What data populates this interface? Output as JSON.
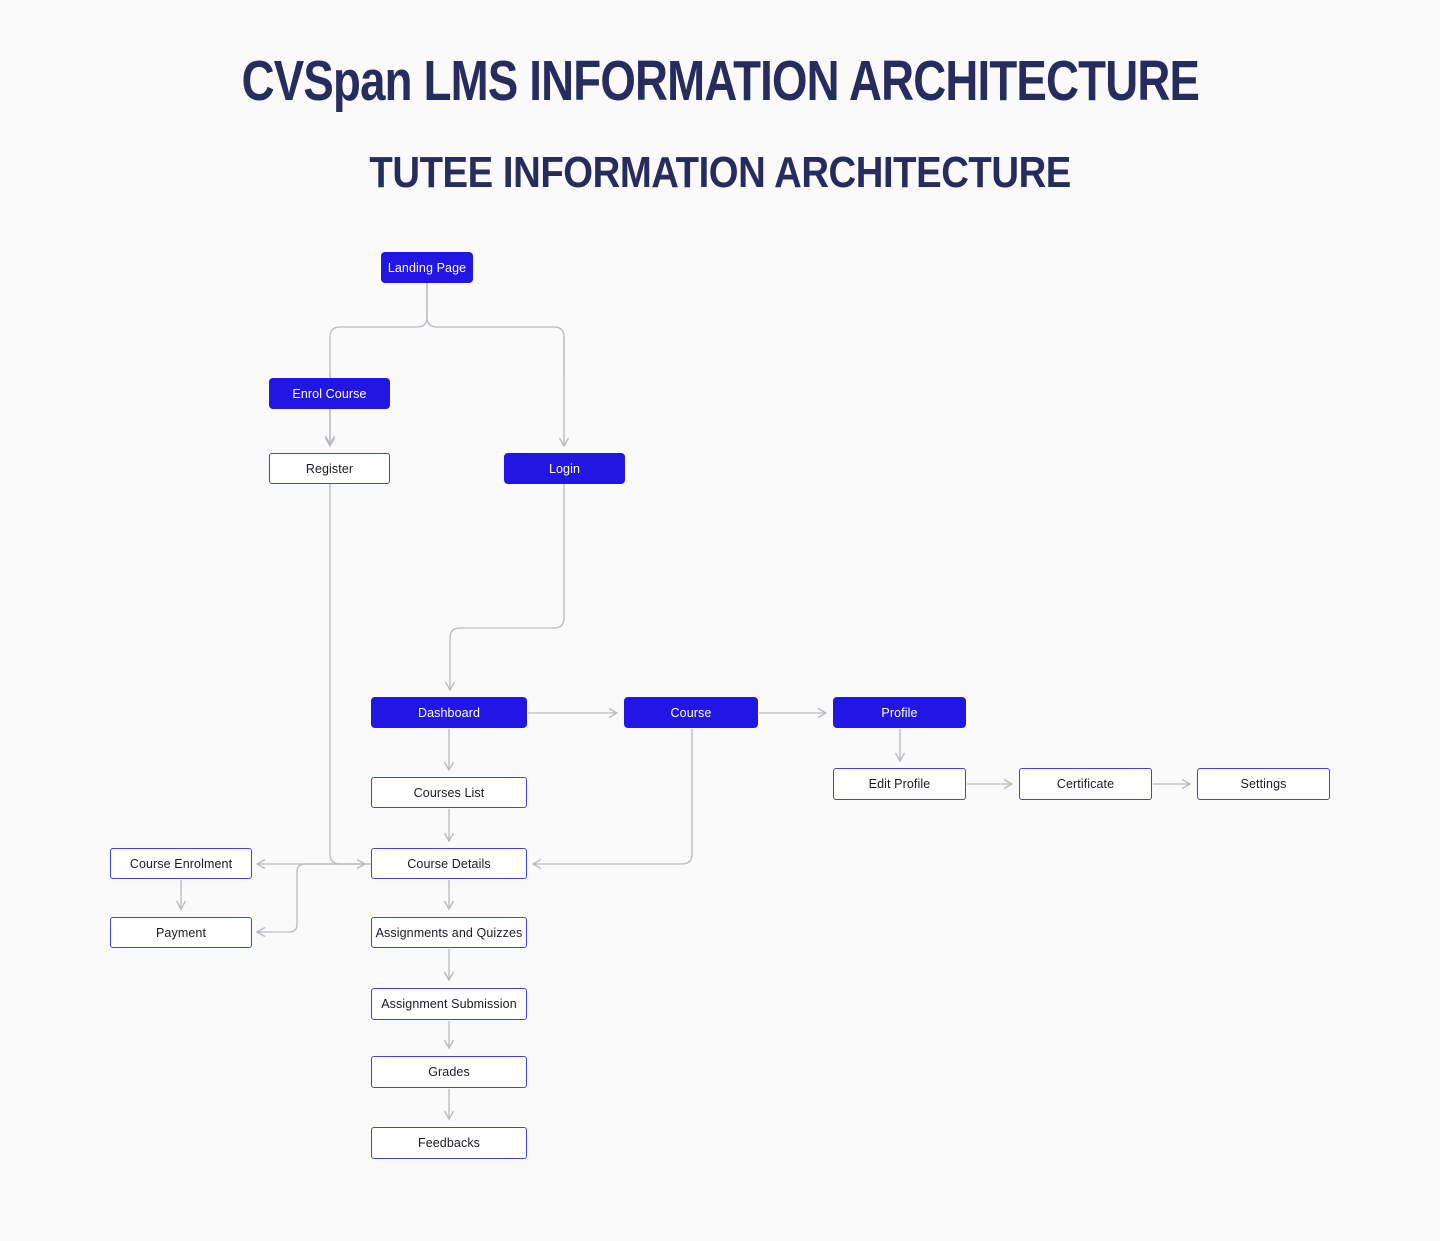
{
  "page": {
    "title": "CVSpan LMS INFORMATION ARCHITECTURE",
    "subtitle": "TUTEE INFORMATION ARCHITECTURE"
  },
  "diagram": {
    "nodes": {
      "landing_page": {
        "label": "Landing Page",
        "style": "primary"
      },
      "enrol_course": {
        "label": "Enrol Course",
        "style": "primary"
      },
      "register": {
        "label": "Register",
        "style": "outline"
      },
      "login": {
        "label": "Login",
        "style": "primary"
      },
      "dashboard": {
        "label": "Dashboard",
        "style": "primary"
      },
      "course": {
        "label": "Course",
        "style": "primary"
      },
      "profile": {
        "label": "Profile",
        "style": "primary"
      },
      "courses_list": {
        "label": "Courses List",
        "style": "outline"
      },
      "edit_profile": {
        "label": "Edit Profile",
        "style": "outline"
      },
      "certificate": {
        "label": "Certificate",
        "style": "outline"
      },
      "settings": {
        "label": "Settings",
        "style": "outline"
      },
      "course_enrolment": {
        "label": "Course Enrolment",
        "style": "outline"
      },
      "payment": {
        "label": "Payment",
        "style": "outline"
      },
      "course_details": {
        "label": "Course Details",
        "style": "outline"
      },
      "assignments_quizzes": {
        "label": "Assignments and Quizzes",
        "style": "outline"
      },
      "assignment_submission": {
        "label": "Assignment Submission",
        "style": "outline"
      },
      "grades": {
        "label": "Grades",
        "style": "outline"
      },
      "feedbacks": {
        "label": "Feedbacks",
        "style": "outline"
      }
    },
    "edges": [
      {
        "from": "landing_page",
        "to": "enrol_course"
      },
      {
        "from": "landing_page",
        "to": "login"
      },
      {
        "from": "enrol_course",
        "to": "register"
      },
      {
        "from": "login",
        "to": "dashboard"
      },
      {
        "from": "dashboard",
        "to": "course"
      },
      {
        "from": "course",
        "to": "profile"
      },
      {
        "from": "dashboard",
        "to": "courses_list"
      },
      {
        "from": "courses_list",
        "to": "course_details"
      },
      {
        "from": "register",
        "to": "course_details"
      },
      {
        "from": "course_details",
        "to": "course_enrolment"
      },
      {
        "from": "course_details",
        "to": "payment"
      },
      {
        "from": "course_enrolment",
        "to": "payment"
      },
      {
        "from": "course",
        "to": "course_details"
      },
      {
        "from": "course_details",
        "to": "assignments_quizzes"
      },
      {
        "from": "assignments_quizzes",
        "to": "assignment_submission"
      },
      {
        "from": "assignment_submission",
        "to": "grades"
      },
      {
        "from": "grades",
        "to": "feedbacks"
      },
      {
        "from": "profile",
        "to": "edit_profile"
      },
      {
        "from": "edit_profile",
        "to": "certificate"
      },
      {
        "from": "certificate",
        "to": "settings"
      }
    ],
    "colors": {
      "background": "#fafafb",
      "primary_fill": "#2116e4",
      "outline_border": "#4542d6",
      "line": "#b9b9c0",
      "title_text": "#262d5e",
      "node_text": "#1a1a24",
      "primary_text": "#ffffff"
    }
  }
}
